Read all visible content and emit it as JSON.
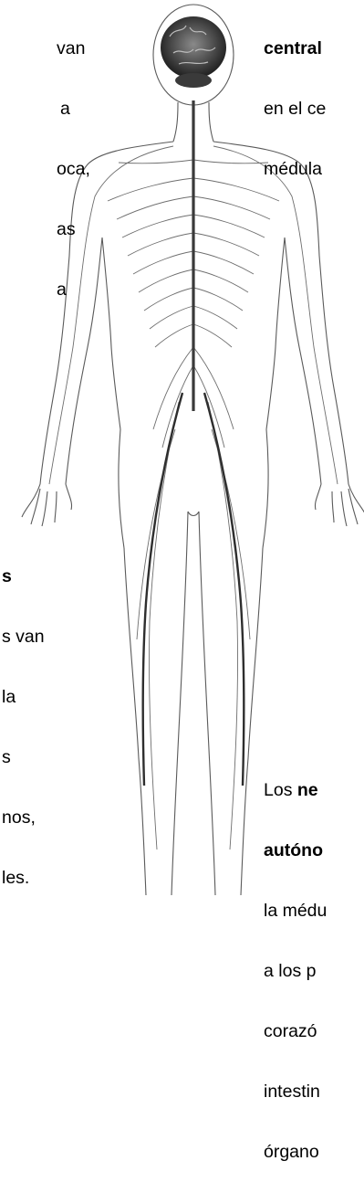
{
  "captions": {
    "top_left": {
      "lines": [
        "van",
        "a",
        "oca,",
        "as",
        "a"
      ]
    },
    "top_right": {
      "bold_line": "central",
      "lines": [
        "en el ce",
        "médula"
      ]
    },
    "mid_left": {
      "bold_line": "s",
      "lines": [
        "s van",
        "la",
        "s",
        "nos,",
        "les."
      ]
    },
    "bottom_right": {
      "line1_prefix": "Los ",
      "line1_bold": "ne",
      "bold_line": "autóno",
      "lines": [
        "la médu",
        "a los p",
        "corazó",
        "intestin",
        "órgano"
      ]
    }
  },
  "colors": {
    "outline": "#5a5a5a",
    "nerve": "#6e6e6e",
    "cord": "#3a3a3a",
    "brain": "#4a4a4a"
  }
}
